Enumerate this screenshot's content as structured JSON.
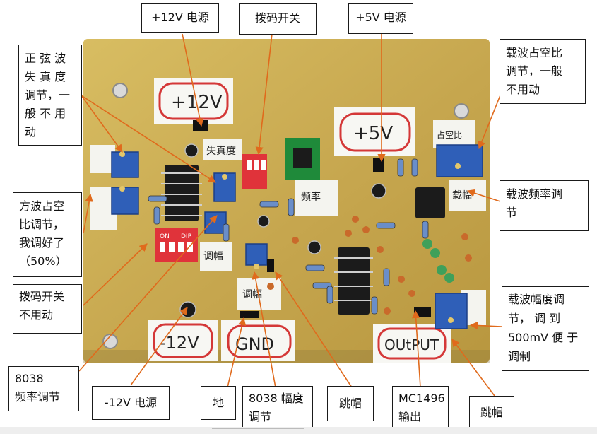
{
  "callouts": {
    "plus12v": "+12V 电源",
    "dip_switch_top": "拨码开关",
    "plus5v": "+5V 电源",
    "sine_distortion": [
      "正 弦 波",
      "失 真 度",
      "调节，一",
      "般 不 用",
      "动"
    ],
    "carrier_duty": [
      "载波占空比",
      "调节，一般",
      "不用动"
    ],
    "carrier_freq": [
      "载波频率调",
      "节"
    ],
    "square_duty": [
      "方波占空",
      "比调节，",
      "我调好了",
      "（50%）"
    ],
    "dip_switch_unused": [
      "拨码开关",
      "不用动"
    ],
    "carrier_amp": [
      "载波幅度调",
      "节， 调 到",
      "500mV 便 于",
      "调制"
    ],
    "freq_8038": [
      "8038",
      "频率调节"
    ],
    "minus12v": "-12V 电源",
    "ground": "地",
    "amp_8038": [
      "8038 幅度",
      "调节"
    ],
    "jumper_left": "跳帽",
    "mc1496": [
      "MC1496",
      "输出"
    ],
    "jumper_right": "跳帽"
  },
  "board_labels": {
    "plus12v": "+12V",
    "plus5v": "+5V",
    "minus12v": "-12V",
    "gnd": "GND",
    "output": "OUtPUT",
    "distortion": "失真度",
    "freq": "频率",
    "amp": "调幅",
    "amplitude": "调幅",
    "carrier_amp": "载幅",
    "duty": "占空比",
    "dip_label": "DIP",
    "on_label": "ON"
  },
  "colors": {
    "board": "#c9ad54",
    "pot_blue": "#2f5fb8",
    "dip_red": "#e0333a",
    "pcb_green": "#1f8a3a",
    "arrow": "#e06a1c",
    "ic_black": "#1b1b1b"
  }
}
